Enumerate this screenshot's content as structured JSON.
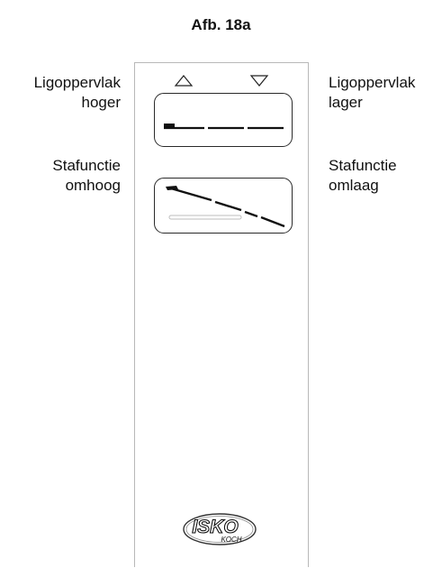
{
  "figure": {
    "title": "Afb. 18a"
  },
  "labels": {
    "left_top": [
      "Ligoppervlak",
      "hoger"
    ],
    "right_top": [
      "Ligoppervlak",
      "lager"
    ],
    "left_bottom": [
      "Stafunctie",
      "omhoog"
    ],
    "right_bottom": [
      "Stafunctie",
      "omlaag"
    ]
  },
  "remote": {
    "arrow_up_icon": "triangle-up-outline",
    "arrow_down_icon": "triangle-down-outline",
    "logo": {
      "brand": "ISKO",
      "sub": "KOCH"
    }
  }
}
